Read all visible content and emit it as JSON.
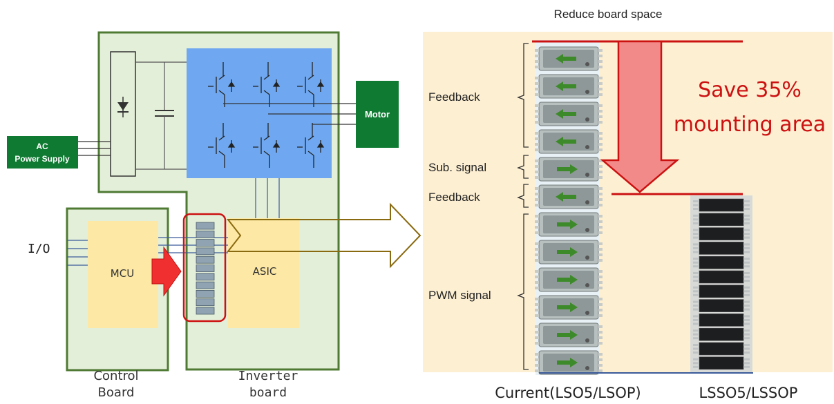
{
  "left": {
    "ac_supply": [
      "AC",
      "Power Supply"
    ],
    "motor": "Motor",
    "io": "I/O",
    "mcu": "MCU",
    "asic": "ASIC",
    "control_board": [
      "Control",
      "Board"
    ],
    "inverter_board": [
      "Inverter",
      "board"
    ]
  },
  "right": {
    "title": "Reduce board space",
    "labels": {
      "feedback_top": "Feedback",
      "sub_signal": "Sub. signal",
      "feedback_mid": "Feedback",
      "pwm_signal": "PWM signal"
    },
    "save_text": [
      "Save 35%",
      "mounting area"
    ],
    "current_label": "Current(LSO5/LSOP)",
    "new_label": "LSSO5/LSSOP"
  },
  "colors": {
    "board_green": "#e4efd9",
    "border_green": "#4e7a33",
    "dark_green": "#0f7a32",
    "inverter_blue": "#6fa8f0",
    "chip_yellow": "#fde9a5",
    "panel_bg": "#fdefd2",
    "save_red": "#cc1111",
    "arrow_pink": "#f38a8a",
    "big_arrow_outline": "#8a6a10"
  },
  "icons": {
    "opto_arrow_left": "left-arrow-icon",
    "opto_arrow_right": "right-arrow-icon"
  }
}
